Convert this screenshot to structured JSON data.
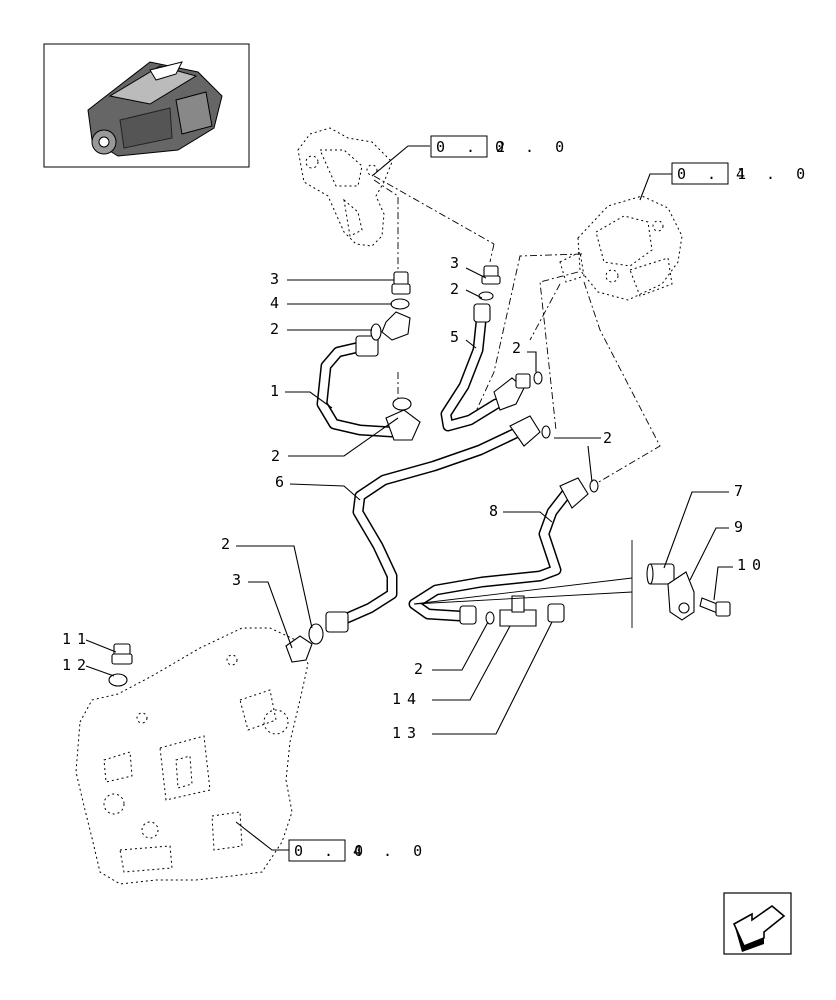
{
  "references": {
    "top_a": {
      "box": "0 . 2",
      "rest": "0 . 0"
    },
    "top_b": {
      "box": "0 . 1",
      "rest": "4 . 0"
    },
    "bottom": {
      "box": "0 . 0",
      "rest": "4 . 0"
    }
  },
  "callouts": {
    "c3a": "3",
    "c4": "4",
    "c2a": "2",
    "c1": "1",
    "c2b": "2",
    "c3b": "3",
    "c2c": "2",
    "c5": "5",
    "c2d": "2",
    "c2e": "2",
    "c6": "6",
    "c8": "8",
    "c7": "7",
    "c9": "9",
    "c10": "10",
    "c2f": "2",
    "c3c": "3",
    "c11": "11",
    "c12": "12",
    "c2g": "2",
    "c14": "14",
    "c13": "13"
  },
  "icons": {
    "thumbnail": "engine-thumbnail-icon",
    "nav": "next-page-arrow-icon"
  }
}
